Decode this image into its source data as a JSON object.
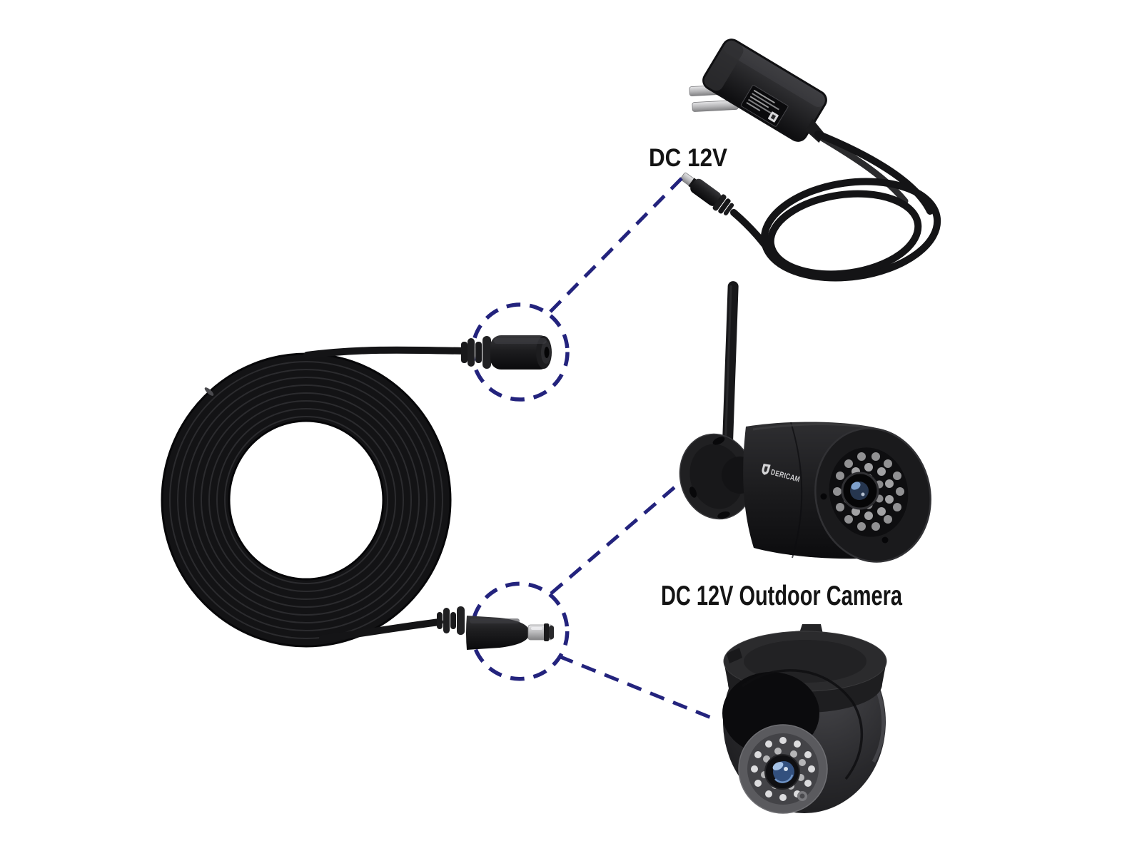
{
  "background": "#ffffff",
  "labels": {
    "adapter_power": "DC 12V",
    "outdoor_camera": "DC 12V Outdoor Camera"
  },
  "brand": {
    "logo_text": "DERICAM"
  },
  "colors": {
    "callout_navy": "#23237d",
    "label_text": "#141414",
    "device_black": "#1b1b1d",
    "metal_silver": "#c0c0c2",
    "lens_blue": "#33507e",
    "ir_led_gray": "#919193"
  }
}
